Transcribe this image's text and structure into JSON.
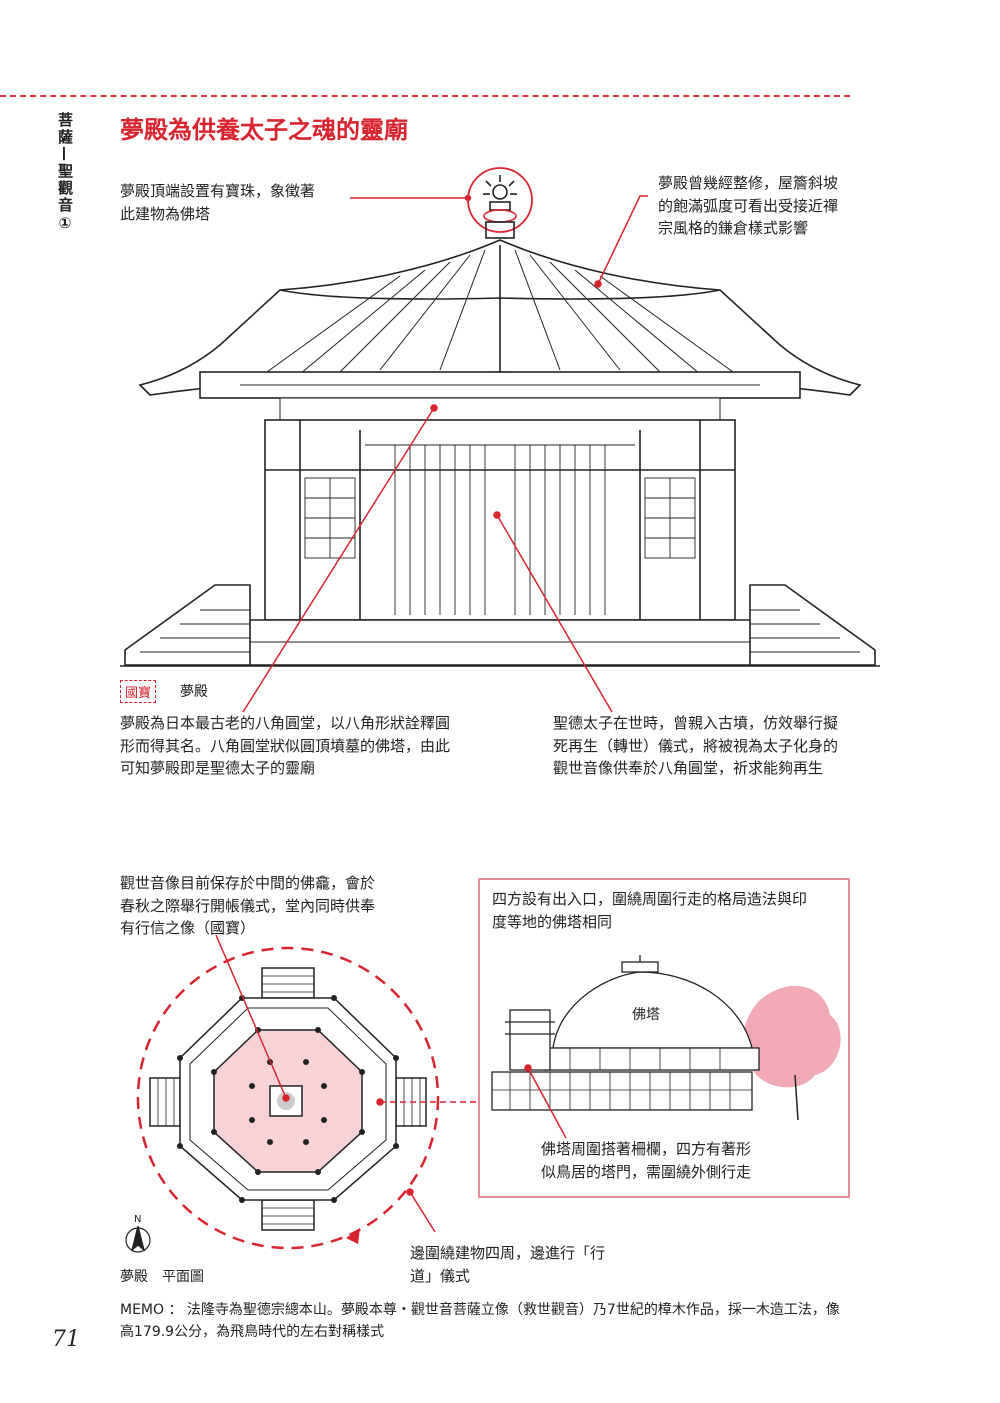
{
  "sidebar": {
    "chapter": "菩薩—聖觀音①"
  },
  "title": "夢殿為供養太子之魂的靈廟",
  "notes": {
    "hoju": "夢殿頂端設置有寶珠，象徵著\n此建物為佛塔",
    "roof": "夢殿曾幾經整修，屋簷斜坡\n的飽滿弧度可看出受接近禪\n宗風格的鎌倉樣式影響",
    "octagon": "夢殿為日本最古老的八角圓堂，以八角形狀詮釋圓\n形而得其名。八角圓堂狀似圓頂墳墓的佛塔，由此\n可知夢殿即是聖德太子的靈廟",
    "prince": "聖德太子在世時，曾親入古墳，仿效舉行擬\n死再生（轉世）儀式，將被視為太子化身的\n觀世音像供奉於八角圓堂，祈求能夠再生",
    "kannon": "觀世音像目前保存於中間的佛龕，會於\n春秋之際舉行開帳儀式，堂內同時供奉\n有行信之像（國寶）",
    "stupa_box": "四方設有出入口，圍繞周圍行走的格局造法與印\n度等地的佛塔相同",
    "stupa_fence": "佛塔周圍搭著柵欄，四方有著形\n似鳥居的塔門，需圍繞外側行走",
    "gyodo": "邊圍繞建物四周，邊進行「行\n道」儀式"
  },
  "labels": {
    "national_treasure": "國寶",
    "building_name": "夢殿",
    "stupa": "佛塔",
    "north": "N",
    "plan_caption": "夢殿　平面圖"
  },
  "memo": "MEMO ： 法隆寺為聖德宗總本山。夢殿本尊・觀世音菩薩立像（救世觀音）乃7世紀的樟木作品，採一木造工法，像高179.9公分，為飛鳥時代的左右對稱樣式",
  "page_number": "71",
  "colors": {
    "accent": "#d7242f",
    "pink_fill": "#f7d3d8",
    "box_border": "#e48a99",
    "tree": "#f2a9b6"
  }
}
